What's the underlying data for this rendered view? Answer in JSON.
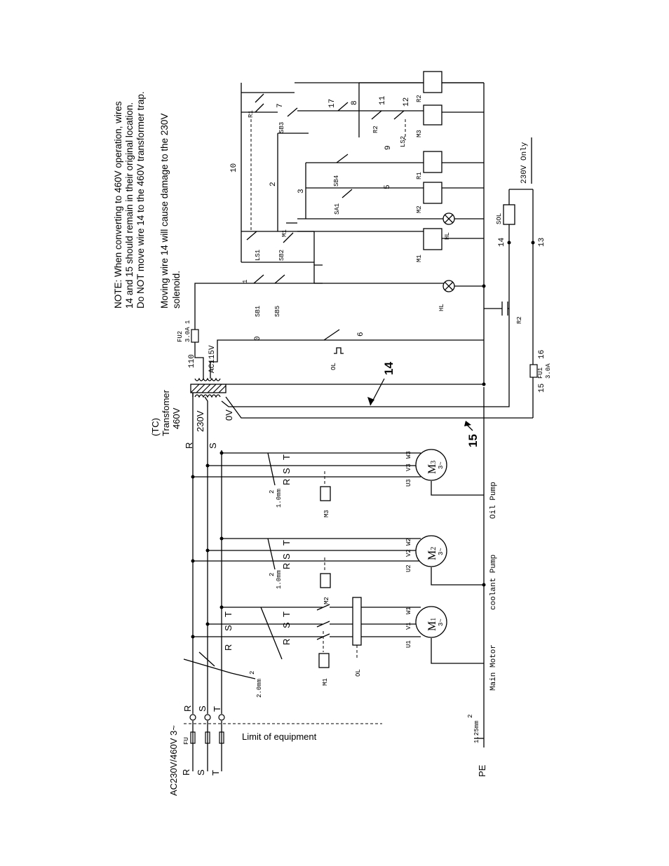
{
  "notes": {
    "line1": "NOTE: When converting to 460V operation, wires",
    "line2": "14 and 15 should remain in their original location.",
    "line3": "Do NOT move wire 14 to the 460V transformer trap.",
    "line4": "Moving wire 14 will cause damage to the 230V",
    "line5": "solenoid."
  },
  "supply": {
    "label": "AC230V/460V 3~",
    "fu": "FU",
    "phase_r": "R",
    "phase_s": "S",
    "phase_t": "T",
    "pe": "PE",
    "pe_wire": "1.25mm",
    "pe_wire_sup": "2",
    "limit": "Limit of equipment"
  },
  "transformer": {
    "tag": "(TC)",
    "name": "Transfomer",
    "v460": "460V",
    "v230": "230V",
    "v0": "0V",
    "ac115": "AC115V",
    "w110": "110",
    "fu2": "FU2",
    "fu2_rating": "3.0A",
    "w1": "1",
    "r": "R",
    "s": "S"
  },
  "power": {
    "wire_main": "2.0mm",
    "wire_sup": "2",
    "wire_small": "1.0mm",
    "r": "R",
    "s": "S",
    "t": "T",
    "ol": "OL",
    "m1": "M1",
    "m2": "M2",
    "m3": "M3"
  },
  "motors": [
    {
      "id": "M",
      "sub": "1",
      "phase": "3~",
      "u": "U1",
      "v": "V1",
      "w": "W1",
      "label": "Main Motor"
    },
    {
      "id": "M",
      "sub": "2",
      "phase": "3~",
      "u": "U2",
      "v": "V2",
      "w": "W2",
      "label": "coolant Pump"
    },
    {
      "id": "M",
      "sub": "3",
      "phase": "3~",
      "u": "U3",
      "v": "V3",
      "w": "W3",
      "label": "Oil Pump"
    }
  ],
  "callouts": {
    "wire14": "14",
    "wire15": "15"
  },
  "control": {
    "w0": "0",
    "w6": "6",
    "ol": "OL",
    "sb1": "SB1",
    "sb5": "SB5",
    "w1": "1",
    "hl_left": "HL",
    "ls1": "LS1",
    "sb2": "SB2",
    "m1_contact": "M1",
    "m1_coil": "M1",
    "hl": "HL",
    "sa1": "SA1",
    "m2_coil": "M2",
    "w3": "3",
    "w5": "5",
    "w2": "2",
    "sb4": "SB4",
    "r1_coil": "R1",
    "w10": "10",
    "w9": "9",
    "r1_contact": "R1",
    "sb3": "SB3",
    "w7": "7",
    "w17": "17",
    "w8": "8",
    "r2_contact": "R2",
    "w11": "11",
    "ls2": "LS2",
    "w12": "12",
    "m3_coil": "M3",
    "r2_coil": "R2",
    "r2_lower": "R2",
    "w14": "14",
    "w13": "13",
    "sol": "SOL",
    "only230": "230V Only",
    "fu1": "FU1",
    "fu1_rating": "3.0A",
    "w15": "15",
    "w16": "16"
  }
}
